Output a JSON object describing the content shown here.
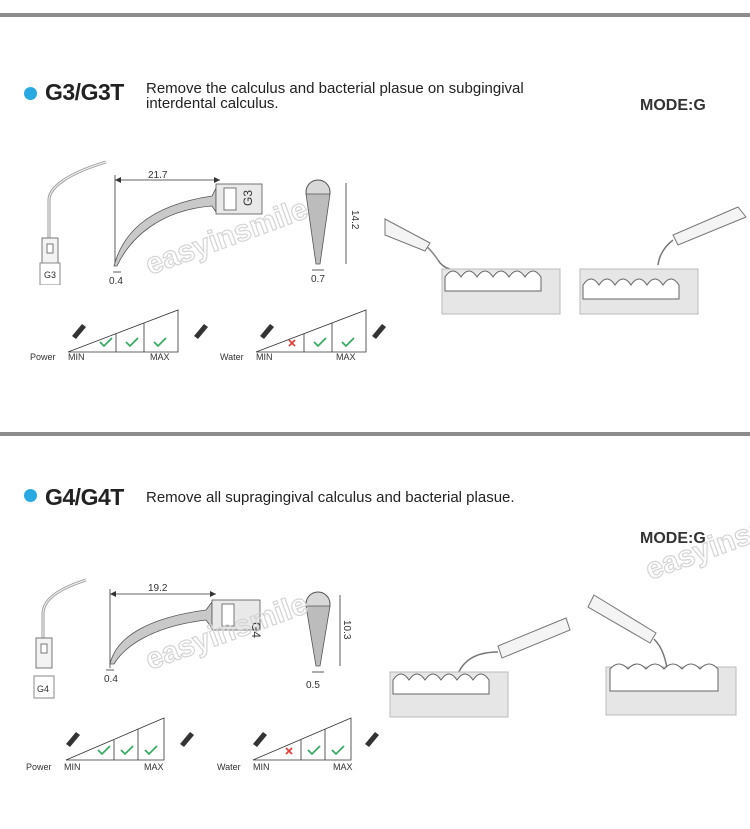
{
  "sections": [
    {
      "model": "G3/G3T",
      "description_line1": "Remove the calculus and bacterial plasue on subgingival",
      "description_line2": "interdental calculus.",
      "mode": "MODE:G",
      "tip_label": "G3",
      "tip_length": "21.7",
      "tip_end_width": "0.4",
      "tip_height": "14.2",
      "tip_base": "0.7",
      "power_scale": {
        "label": "Power",
        "min": "MIN",
        "max": "MAX",
        "marks": [
          "check",
          "check",
          "check"
        ]
      },
      "water_scale": {
        "label": "Water",
        "min": "MIN",
        "max": "MAX",
        "marks": [
          "cross",
          "check",
          "check"
        ]
      }
    },
    {
      "model": "G4/G4T",
      "description_line1": "Remove all supragingival calculus and bacterial plasue.",
      "description_line2": "",
      "mode": "MODE:G",
      "tip_label": "G4",
      "tip_length": "19.2",
      "tip_end_width": "0.4",
      "tip_height": "10.3",
      "tip_base": "0.5",
      "power_scale": {
        "label": "Power",
        "min": "MIN",
        "max": "MAX",
        "marks": [
          "check",
          "check",
          "check"
        ]
      },
      "water_scale": {
        "label": "Water",
        "min": "MIN",
        "max": "MAX",
        "marks": [
          "cross",
          "check",
          "check"
        ]
      }
    }
  ],
  "watermark": "easyinsmile",
  "colors": {
    "accent": "#29a9e1",
    "check": "#2eaa5c",
    "cross": "#e53935",
    "rule": "#8c8c8c"
  }
}
